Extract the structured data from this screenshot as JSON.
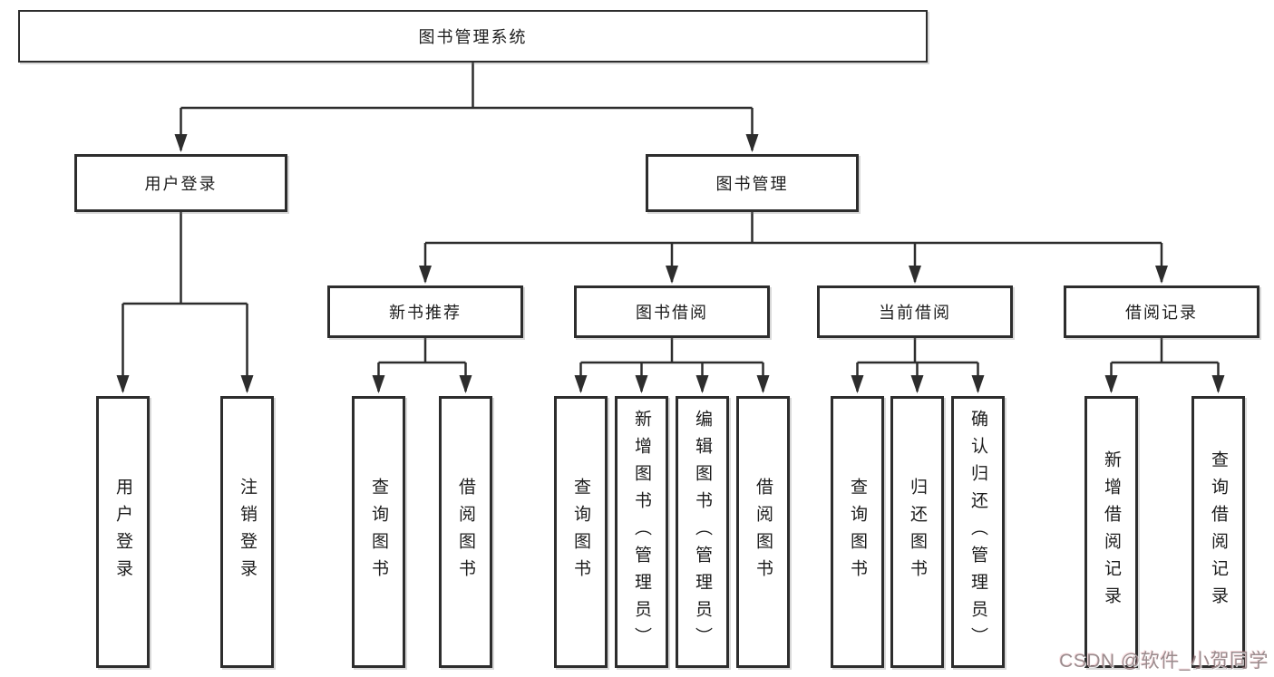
{
  "tree": {
    "label": "图书管理系统",
    "children": [
      {
        "label": "用户登录",
        "children": [
          {
            "label": "用户登录"
          },
          {
            "label": "注销登录"
          }
        ]
      },
      {
        "label": "图书管理",
        "children": [
          {
            "label": "新书推荐",
            "children": [
              {
                "label": "查询图书"
              },
              {
                "label": "借阅图书"
              }
            ]
          },
          {
            "label": "图书借阅",
            "children": [
              {
                "label": "查询图书"
              },
              {
                "label": "新增图书（管理员）"
              },
              {
                "label": "编辑图书（管理员）"
              },
              {
                "label": "借阅图书"
              }
            ]
          },
          {
            "label": "当前借阅",
            "children": [
              {
                "label": "查询图书"
              },
              {
                "label": "归还图书"
              },
              {
                "label": "确认归还（管理员）"
              }
            ]
          },
          {
            "label": "借阅记录",
            "children": [
              {
                "label": "新增借阅记录"
              },
              {
                "label": "查询借阅记录"
              }
            ]
          }
        ]
      }
    ]
  },
  "watermark": {
    "text": "CSDN @软件_小贺同学"
  },
  "colors": {
    "line": "#2d2d2d",
    "box_border": "#2d2d2d",
    "box_background": "#ffffff",
    "text": "#1c1c1c",
    "watermark": "#9a8b8d"
  }
}
